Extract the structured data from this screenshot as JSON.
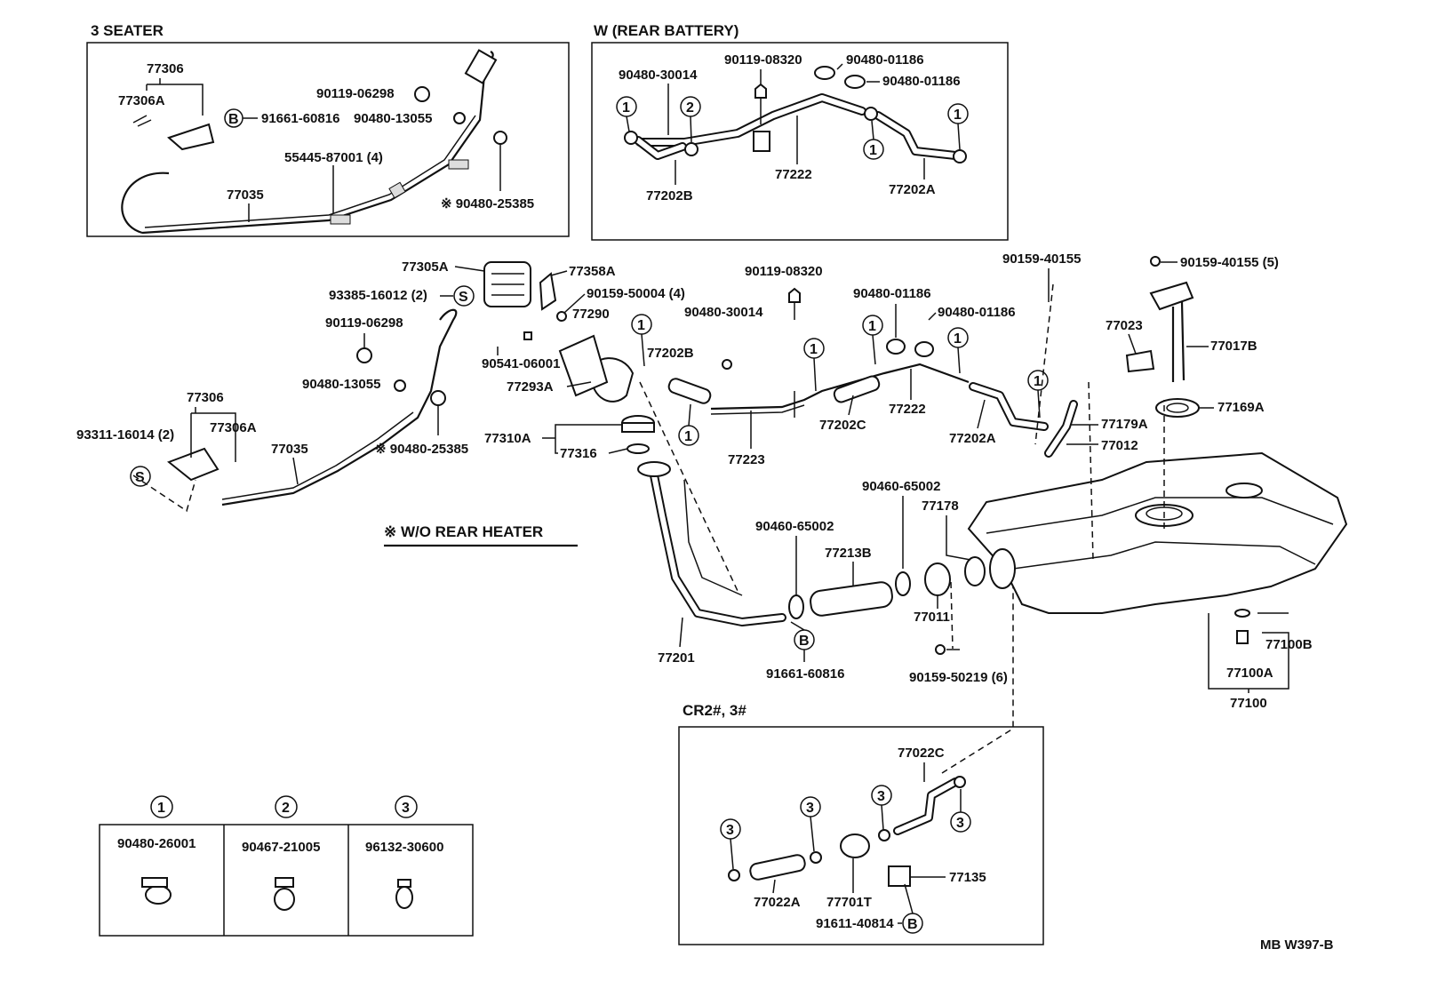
{
  "sections": {
    "three_seater": "3 SEATER",
    "rear_battery": "W (REAR  BATTERY)",
    "cr_engines": "CR2#, 3#",
    "wo_rear_heater": "※ W/O REAR HEATER"
  },
  "drawing_code": "MB W397-B",
  "clamps": [
    {
      "mark": "1",
      "part": "90480-26001"
    },
    {
      "mark": "2",
      "part": "90467-21005"
    },
    {
      "mark": "3",
      "part": "96132-30600"
    }
  ],
  "markers": {
    "one": "1",
    "two": "2",
    "three": "3",
    "b": "B",
    "s": "S"
  },
  "labels": {
    "ts_77306": "77306",
    "ts_77306a": "77306A",
    "ts_91661": "91661-60816",
    "ts_90119": "90119-06298",
    "ts_90480_13055": "90480-13055",
    "ts_55445": "55445-87001 (4)",
    "ts_77035": "77035",
    "ts_90480_25385": "※ 90480-25385",
    "rb_90480_30014": "90480-30014",
    "rb_90119_08320": "90119-08320",
    "rb_90480_01186a": "90480-01186",
    "rb_90480_01186b": "90480-01186",
    "rb_77222": "77222",
    "rb_77202b": "77202B",
    "rb_77202a": "77202A",
    "m_77305a": "77305A",
    "m_77358a": "77358A",
    "m_93385": "93385-16012 (2)",
    "m_90159_50004": "90159-50004 (4)",
    "m_77290": "77290",
    "m_90119_06298": "90119-06298",
    "m_90541": "90541-06001",
    "m_77293a": "77293A",
    "m_90480_13055": "90480-13055",
    "m_77306": "77306",
    "m_77306a": "77306A",
    "m_93311": "93311-16014 (2)",
    "m_77035": "77035",
    "m_90480_25385": "※ 90480-25385",
    "m_77310a": "77310A",
    "m_77316": "77316",
    "m_90119_08320": "90119-08320",
    "m_90480_30014": "90480-30014",
    "m_77202b": "77202B",
    "m_77223": "77223",
    "m_77202c": "77202C",
    "m_90480_01186a": "90480-01186",
    "m_90480_01186b": "90480-01186",
    "m_77222": "77222",
    "m_77202a": "77202A",
    "m_90159_40155a": "90159-40155",
    "m_90159_40155b": "90159-40155 (5)",
    "m_77023": "77023",
    "m_77017b": "77017B",
    "m_77169a": "77169A",
    "m_77179a": "77179A",
    "m_77012": "77012",
    "m_90460_65002a": "90460-65002",
    "m_90460_65002b": "90460-65002",
    "m_77178": "77178",
    "m_77213b": "77213B",
    "m_77011": "77011",
    "m_90159_50219": "90159-50219 (6)",
    "m_77201": "77201",
    "m_91661_60816": "91661-60816",
    "m_77100b": "77100B",
    "m_77100a": "77100A",
    "m_77100": "77100",
    "cr_77022c": "77022C",
    "cr_77022a": "77022A",
    "cr_77701t": "77701T",
    "cr_77135": "77135",
    "cr_91611": "91611-40814"
  }
}
